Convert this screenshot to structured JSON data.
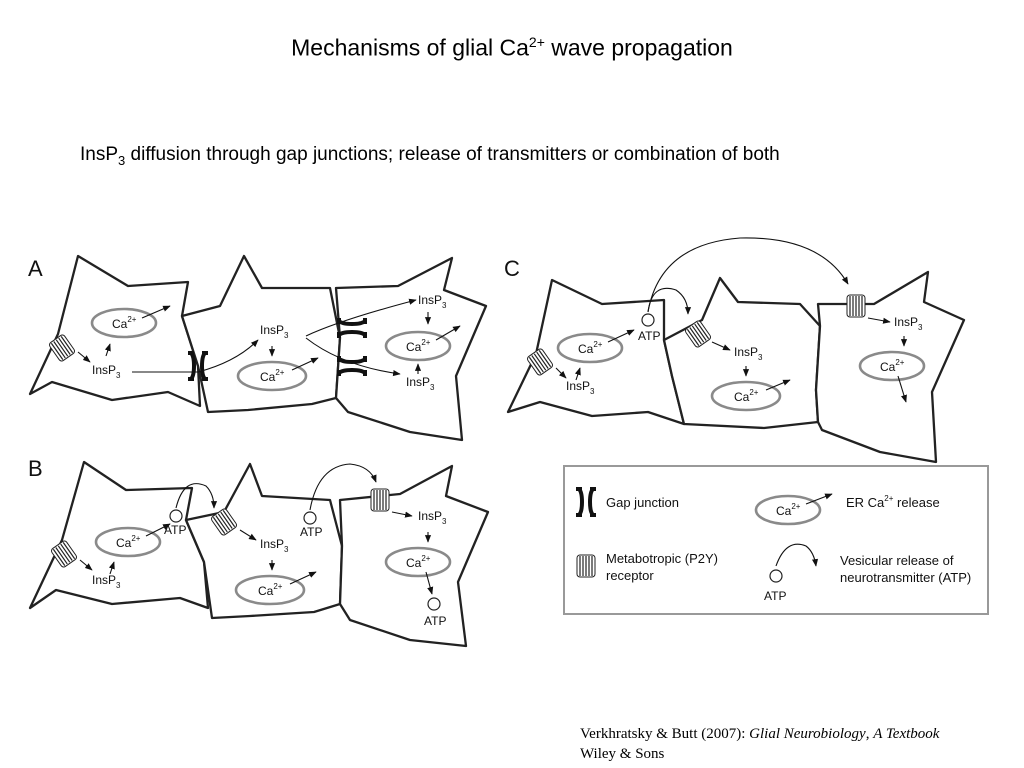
{
  "title": {
    "text": "Mechanisms of glial Ca",
    "sup": "2+",
    "after": " wave propagation"
  },
  "subtitle": {
    "pre": "InsP",
    "sub": "3",
    "post": " diffusion through gap junctions; release of transmitters or combination of both"
  },
  "labels": {
    "panel_a": "A",
    "panel_b": "B",
    "panel_c": "C",
    "ca": "Ca",
    "ca_sup": "2+",
    "insp": "InsP",
    "insp_sub": "3",
    "atp": "ATP"
  },
  "legend": {
    "gap_junction": "Gap junction",
    "er_release": "ER Ca",
    "er_release_sup": "2+",
    "er_release_post": " release",
    "receptor_1": "Metabotropic (P2Y)",
    "receptor_2": "receptor",
    "vesicular_1": "Vesicular release of",
    "vesicular_2": "neurotransmitter (ATP)",
    "atp": "ATP"
  },
  "citation": {
    "authors": "Verkhratsky & Butt (2007): ",
    "book_title": "Glial Neurobiology",
    "sep": ", ",
    "book_subtitle": "A Textbook",
    "publisher": "Wiley & Sons"
  }
}
